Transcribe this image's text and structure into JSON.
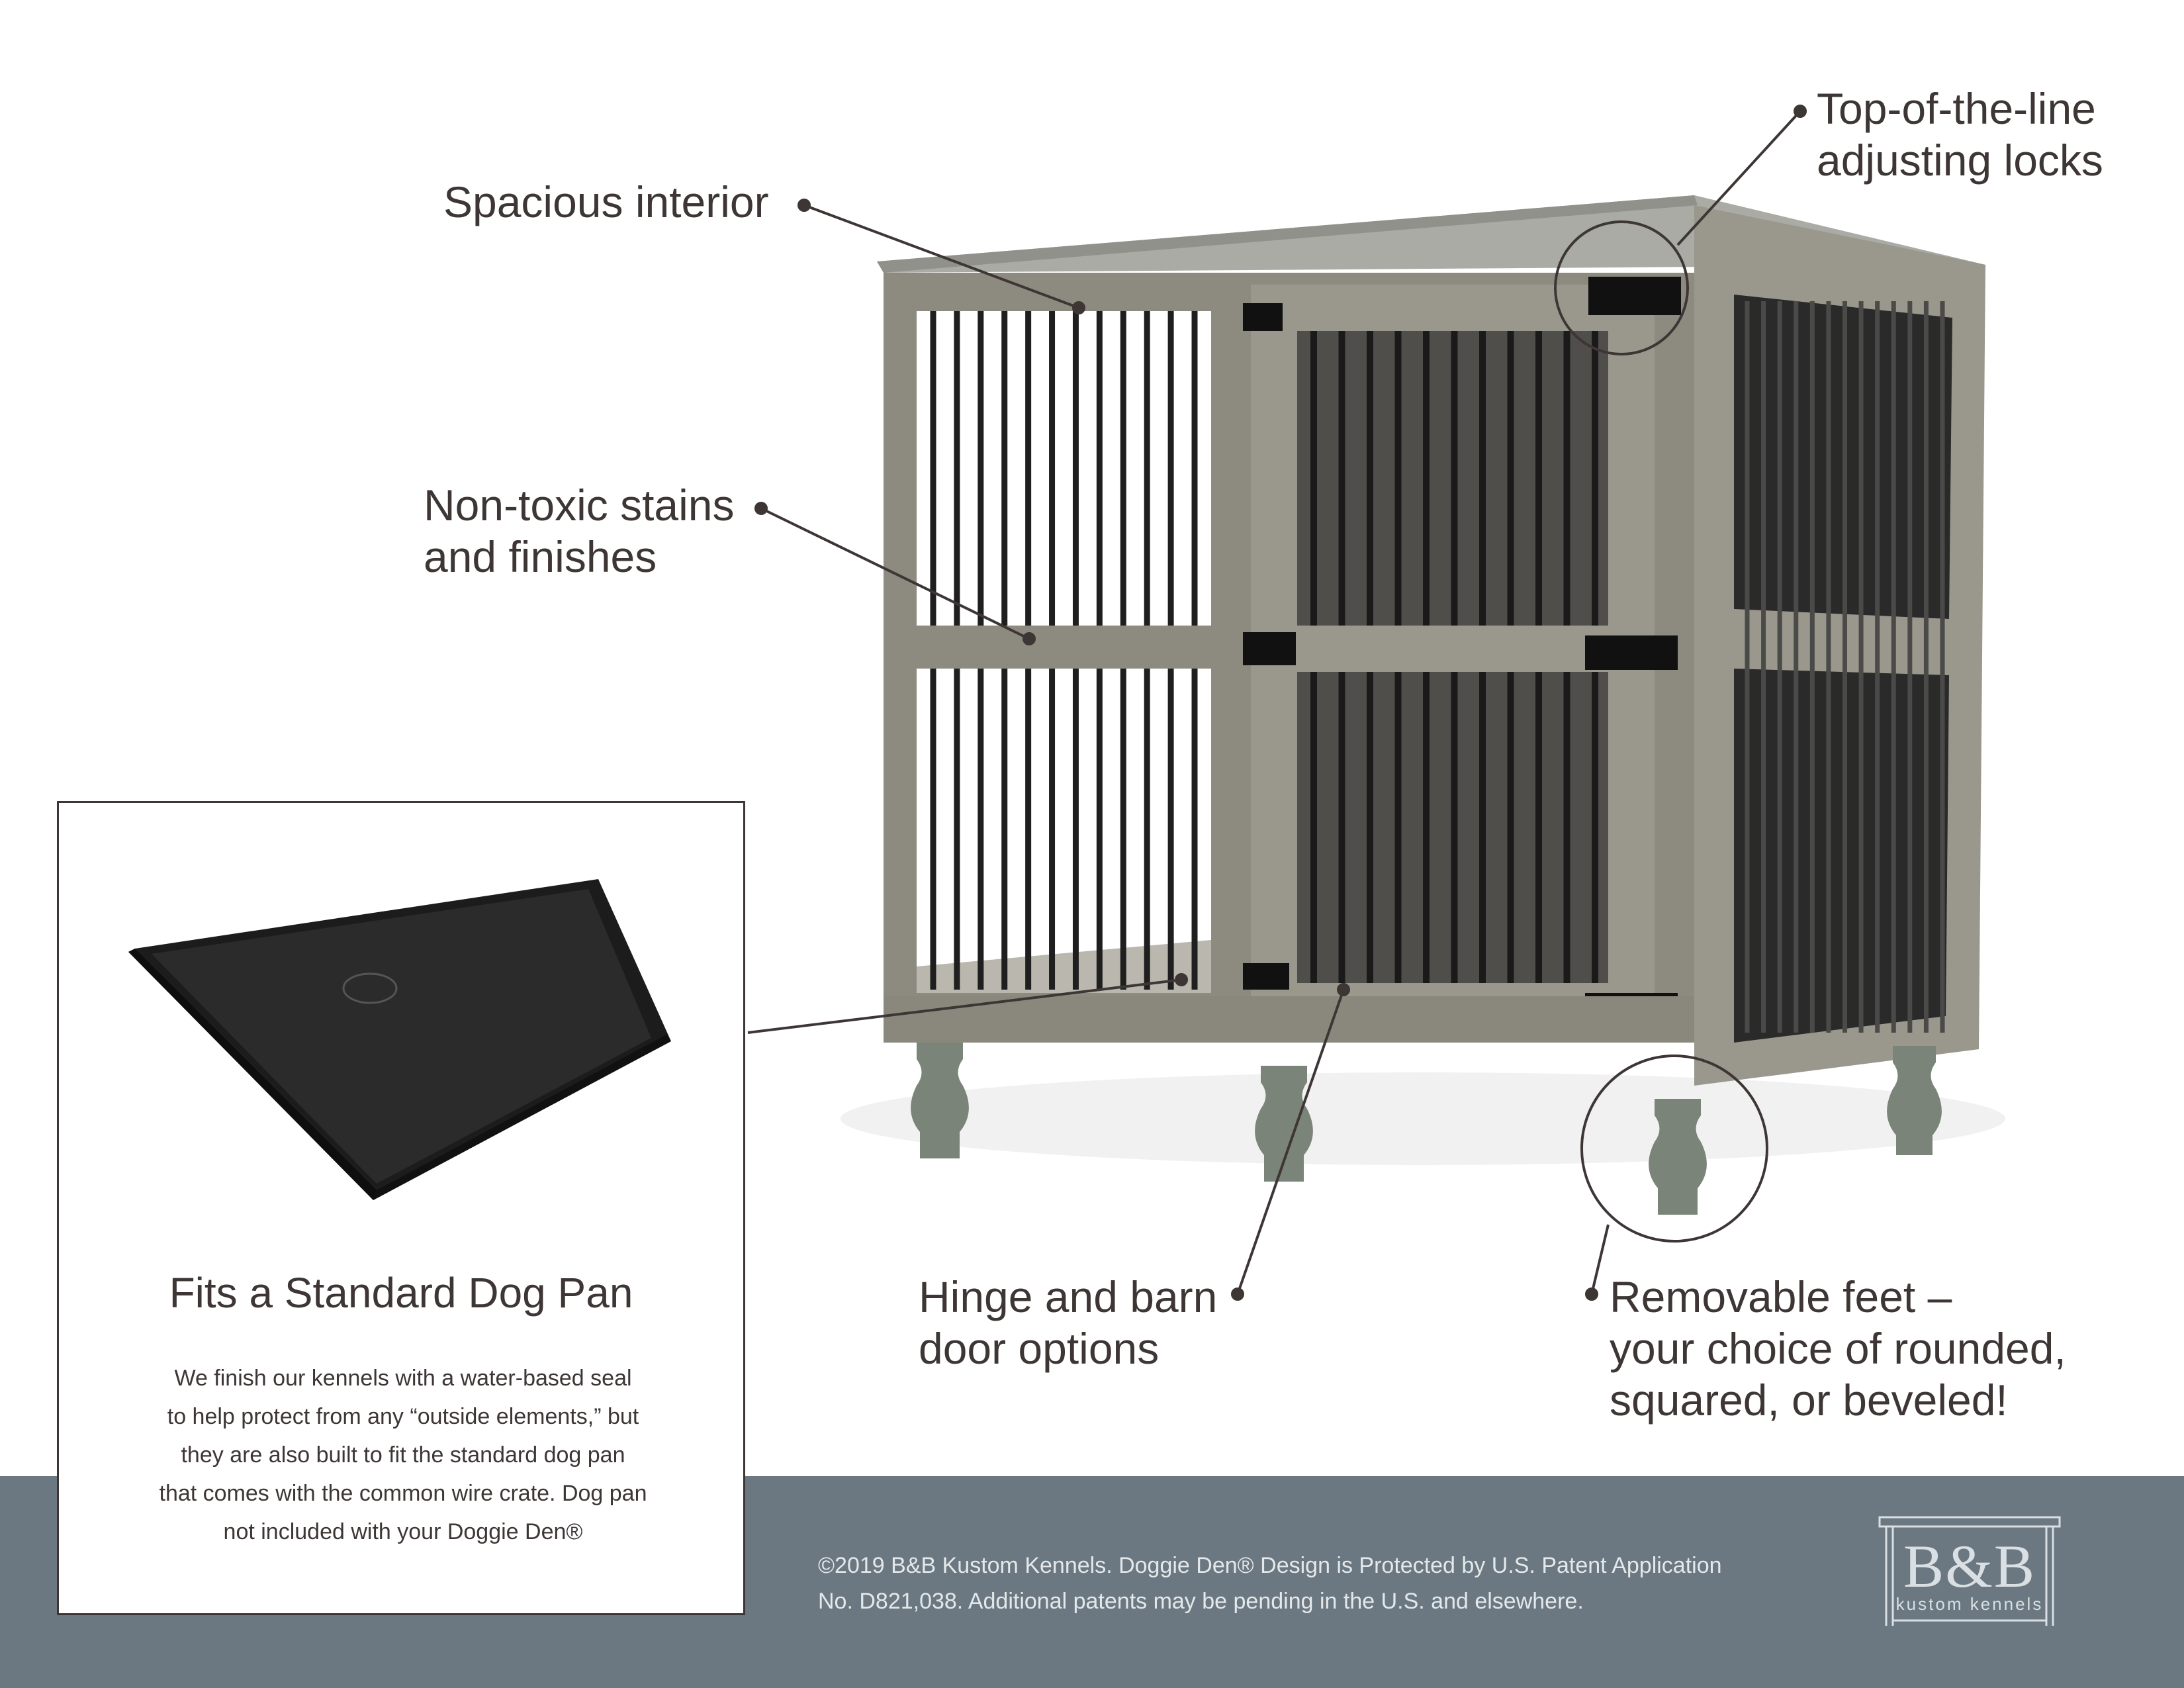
{
  "callouts": {
    "spacious": "Spacious interior",
    "locks_line1": "Top-of-the-line",
    "locks_line2": "adjusting locks",
    "stains_line1": "Non-toxic stains",
    "stains_line2": "and finishes",
    "hinge_line1": "Hinge and barn",
    "hinge_line2": "door options",
    "feet_line1": "Removable feet –",
    "feet_line2": "your choice of rounded,",
    "feet_line3": "squared, or beveled!"
  },
  "pan_panel": {
    "title": "Fits a Standard Dog Pan",
    "body_lines": [
      "We finish our kennels with a water-based seal",
      "to help protect from any “outside elements,” but",
      "they are also built to fit the standard dog pan",
      "that comes with the common wire crate. Dog pan",
      "not included with your Doggie Den®"
    ]
  },
  "footer": {
    "legal_line1": "©2019 B&B Kustom Kennels. Doggie Den® Design is Protected by U.S. Patent Application",
    "legal_line2": "No. D821,038. Additional patents may be pending in the U.S. and elsewhere."
  },
  "logo": {
    "wordmark": "B&B",
    "tagline": "kustom kennels"
  },
  "colors": {
    "text": "#3d3635",
    "footer_band": "#6b7881",
    "wood": "#8d8b80",
    "bars": "#1f1f1f",
    "pan": "#1c1c1c"
  }
}
